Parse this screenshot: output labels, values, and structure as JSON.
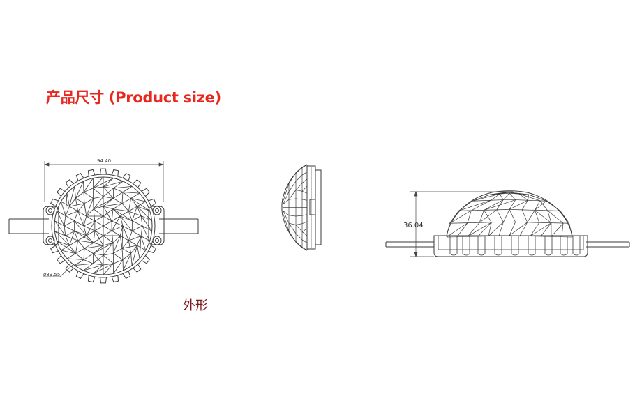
{
  "title": "产品尺寸 (Product size)",
  "caption": "外形",
  "dimensions": {
    "width": "94.40",
    "diameter": "ø89.55",
    "height": "36.04"
  },
  "colors": {
    "title": "#e8281f",
    "caption": "#7b1a22",
    "line": "#3a3a3a"
  }
}
